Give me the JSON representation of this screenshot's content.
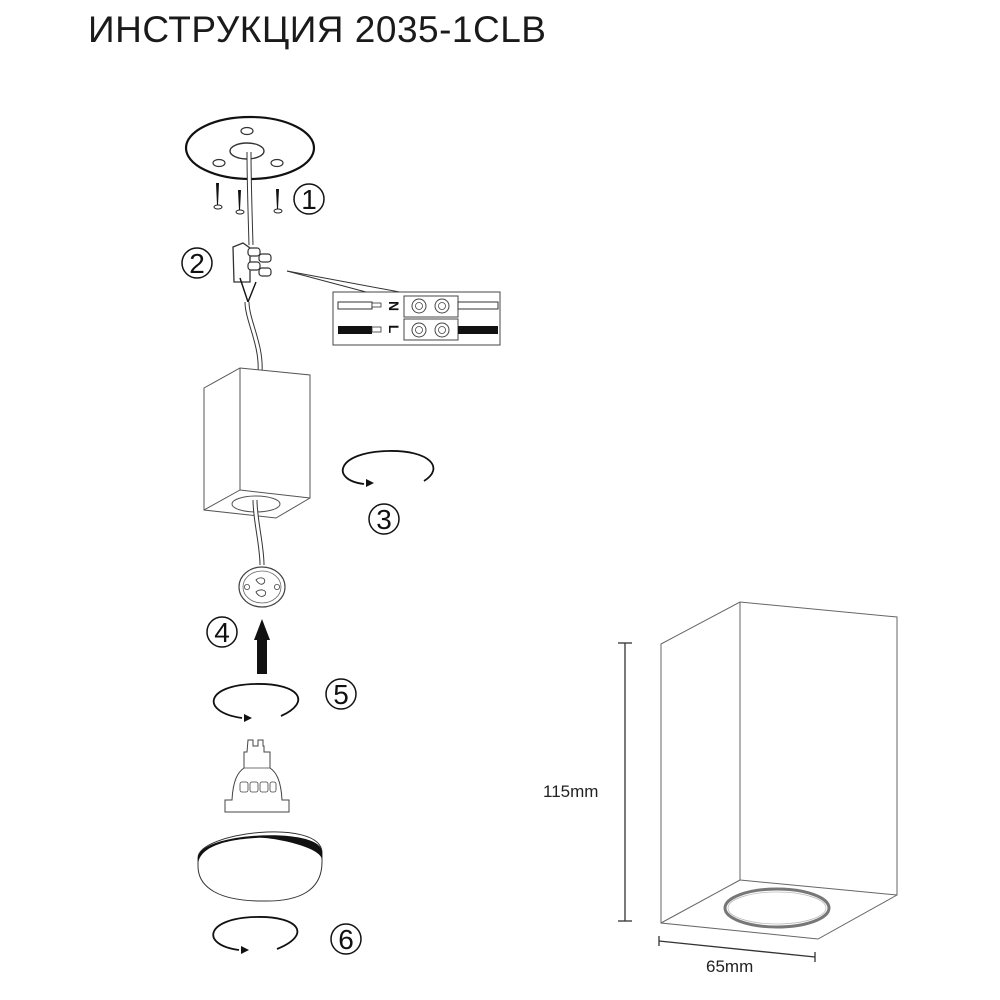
{
  "document": {
    "title": "ИНСТРУКЦИЯ 2035-1CLB"
  },
  "steps": [
    {
      "number": "1",
      "description": "mounting-plate-with-screws"
    },
    {
      "number": "2",
      "description": "wire-terminal-connector"
    },
    {
      "number": "3",
      "description": "rotate-housing"
    },
    {
      "number": "4",
      "description": "insert-lamp-into-socket"
    },
    {
      "number": "5",
      "description": "rotate-to-lock"
    },
    {
      "number": "6",
      "description": "rotate-cover-ring"
    }
  ],
  "wiring": {
    "neutral_label": "N",
    "live_label": "L"
  },
  "dimensions": {
    "height_label": "115mm",
    "width_label": "65mm"
  },
  "colors": {
    "line": "#1a1a1a",
    "thin_line": "#555555",
    "ring": "#777777",
    "background": "#ffffff"
  }
}
